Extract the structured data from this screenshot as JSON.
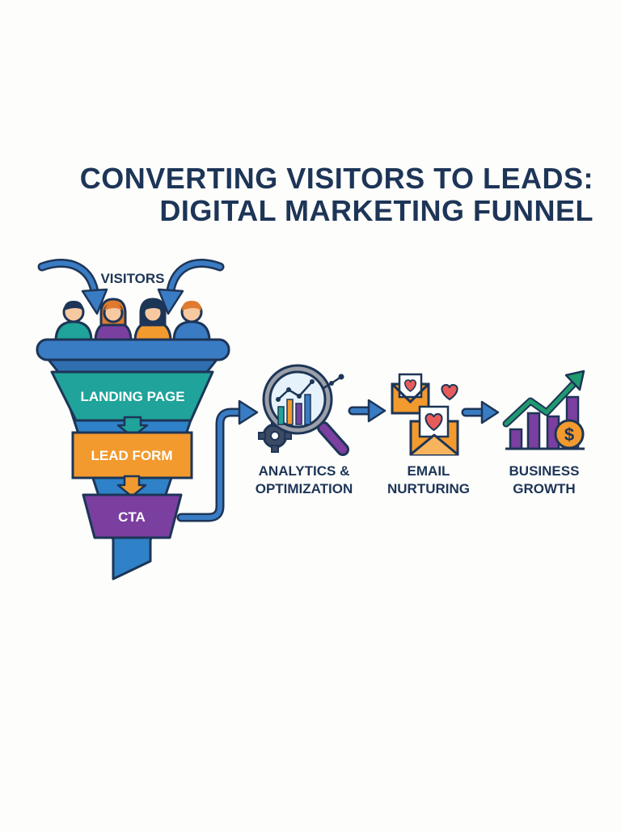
{
  "title": {
    "line1": "CONVERTING VISITORS TO LEADS:",
    "line2": "DIGITAL MARKETING FUNNEL"
  },
  "funnel": {
    "top_label": "VISITORS",
    "stages": [
      {
        "label": "LANDING PAGE",
        "color": "#1fa39a"
      },
      {
        "label": "LEAD FORM",
        "color": "#f29a2e"
      },
      {
        "label": "CTA",
        "color": "#7b3fa0"
      }
    ],
    "rim_color": "#3a7cc4",
    "stem_color": "#2f82c8"
  },
  "steps": [
    {
      "line1": "ANALYTICS &",
      "line2": "OPTIMIZATION",
      "icon": "magnifier-chart-icon"
    },
    {
      "line1": "EMAIL",
      "line2": "NURTURING",
      "icon": "envelope-heart-icon"
    },
    {
      "line1": "BUSINESS",
      "line2": "GROWTH",
      "icon": "growth-chart-icon"
    }
  ],
  "colors": {
    "navy": "#1d3557",
    "blue": "#3a7cc4",
    "teal": "#1fa39a",
    "orange": "#f29a2e",
    "purple": "#7b3fa0",
    "red": "#e85b5b",
    "green": "#1f9a6e"
  }
}
